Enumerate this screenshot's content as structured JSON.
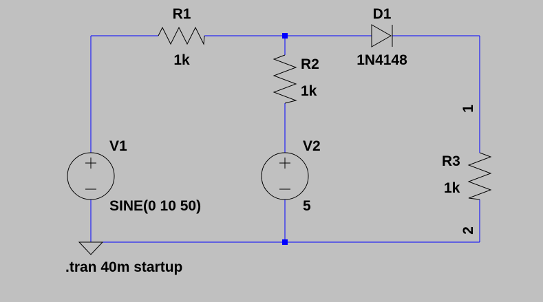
{
  "components": {
    "r1": {
      "name": "R1",
      "value": "1k"
    },
    "r2": {
      "name": "R2",
      "value": "1k"
    },
    "r3": {
      "name": "R3",
      "value": "1k",
      "pin1": "1",
      "pin2": "2"
    },
    "d1": {
      "name": "D1",
      "model": "1N4148"
    },
    "v1": {
      "name": "V1",
      "value": "SINE(0 10 50)"
    },
    "v2": {
      "name": "V2",
      "value": "5"
    }
  },
  "directive": ".tran 40m startup",
  "colors": {
    "background": "#c0c0c0",
    "wire": "#0000ff",
    "component": "#000000",
    "text": "#000000"
  }
}
